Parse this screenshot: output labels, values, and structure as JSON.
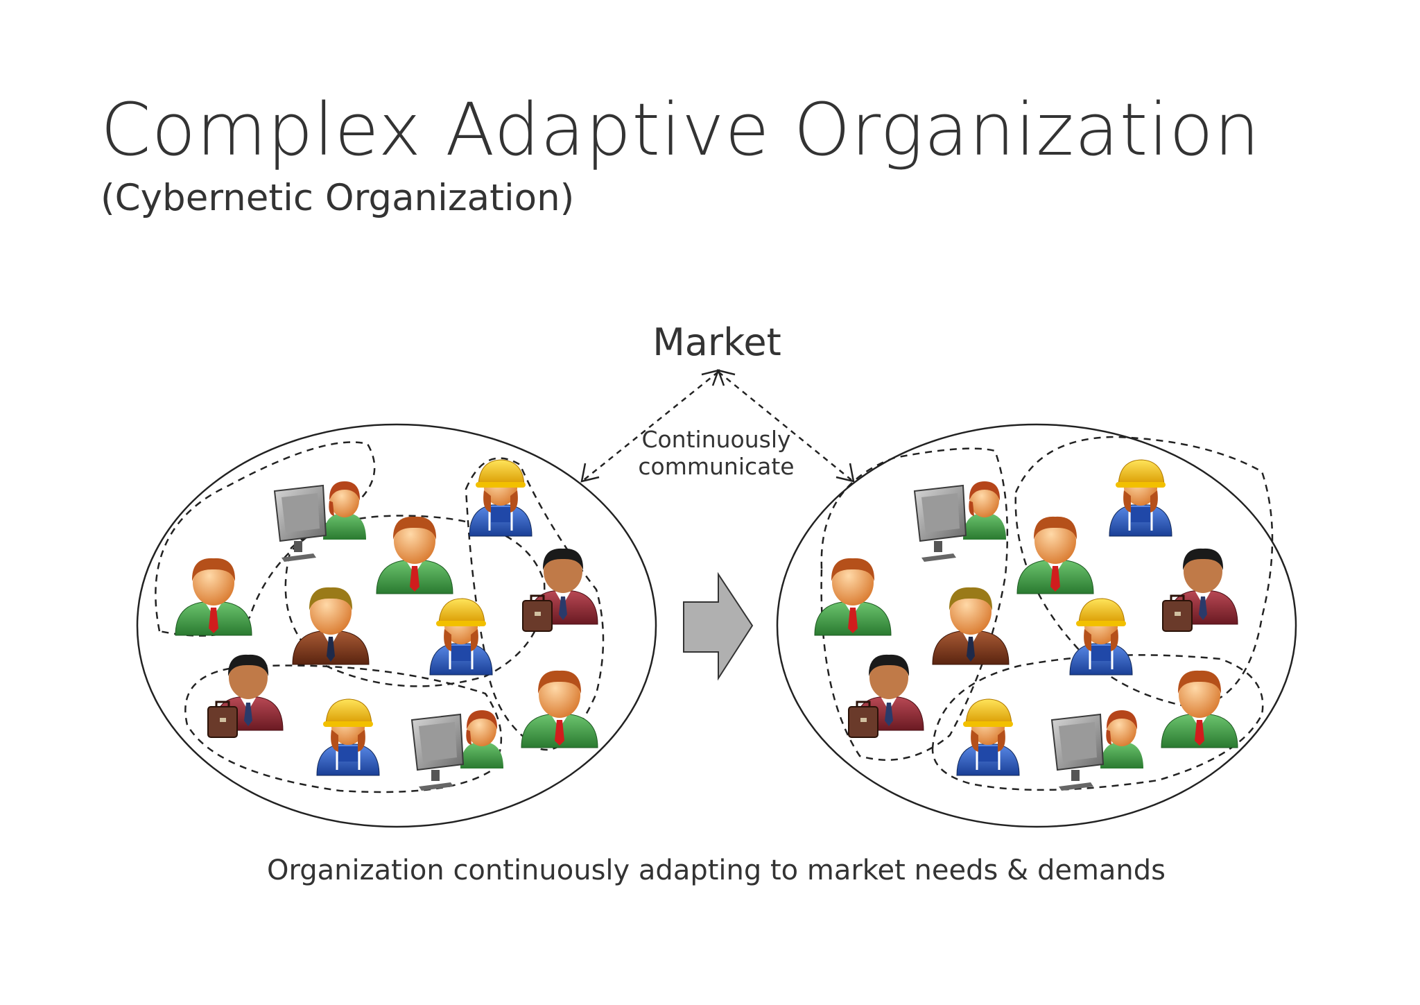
{
  "title": "Complex Adaptive Organization",
  "subtitle": "(Cybernetic Organization)",
  "market_label": "Market",
  "communicate_label": [
    "Continuously",
    "communicate"
  ],
  "caption": "Organization continuously adapting to market needs & demands",
  "colors": {
    "text": "#333333",
    "line": "#222222",
    "arrow_fill": "#b0b0b0",
    "skin": "#f0a35c",
    "green_suit": "#3e9a44",
    "brown_suit": "#7a3a20",
    "maroon_suit": "#8a2a34",
    "blue_overalls": "#2d5fc4",
    "hard_hat": "#f5c400",
    "tie": "#d01d1d"
  },
  "icons": [
    "person-green-suit-icon",
    "person-brown-suit-icon",
    "person-maroon-suit-briefcase-icon",
    "worker-hard-hat-icon",
    "woman-computer-icon"
  ],
  "groups": {
    "before": [
      "office-team",
      "management-team",
      "construction-team",
      "field-team"
    ],
    "after": [
      "office-team",
      "management-team",
      "construction-team",
      "field-team"
    ]
  }
}
